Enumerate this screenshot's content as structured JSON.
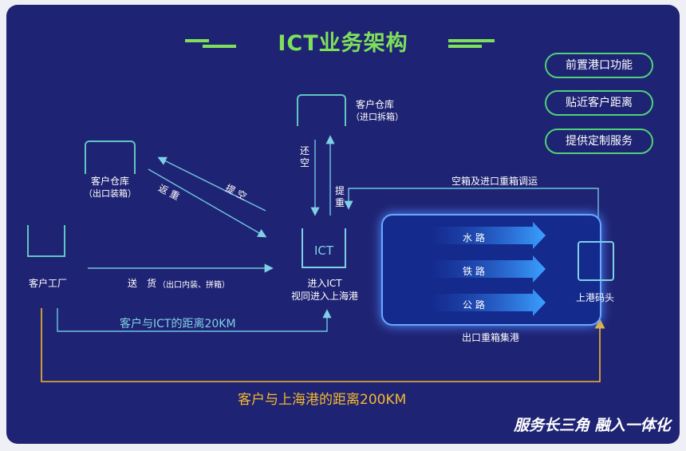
{
  "title": "ICT业务架构",
  "features": [
    "前置港口功能",
    "贴近客户距离",
    "提供定制服务"
  ],
  "nodes": {
    "factory": "客户工厂",
    "warehouse_export": {
      "name": "客户仓库",
      "sub": "（出口装箱）"
    },
    "warehouse_import": {
      "name": "客户仓库",
      "sub": "（进口拆箱）"
    },
    "ict": {
      "line1": "进入ICT",
      "line2": "视同进入上海港",
      "badge": "ICT"
    },
    "port": "上港码头",
    "hub": "出口重箱集港"
  },
  "flows": {
    "pick_empty": "提 空",
    "return_full": "返 重",
    "return_empty": "还空",
    "pick_full": "提重",
    "deliver": "送　货",
    "deliver_note": "（出口内装、拼箱）",
    "empty_import": "空箱及进口重箱调运",
    "modes": [
      "水 路",
      "铁 路",
      "公 路"
    ]
  },
  "distances": {
    "ict": "客户与ICT的距离20KM",
    "port": "客户与上海港的距离200KM"
  },
  "slogan": "服务长三角 融入一体化",
  "colors": {
    "bg": "#1f2373",
    "green": "#7ee05a",
    "line": "#6fc6e0",
    "orange": "#f5b82e"
  }
}
